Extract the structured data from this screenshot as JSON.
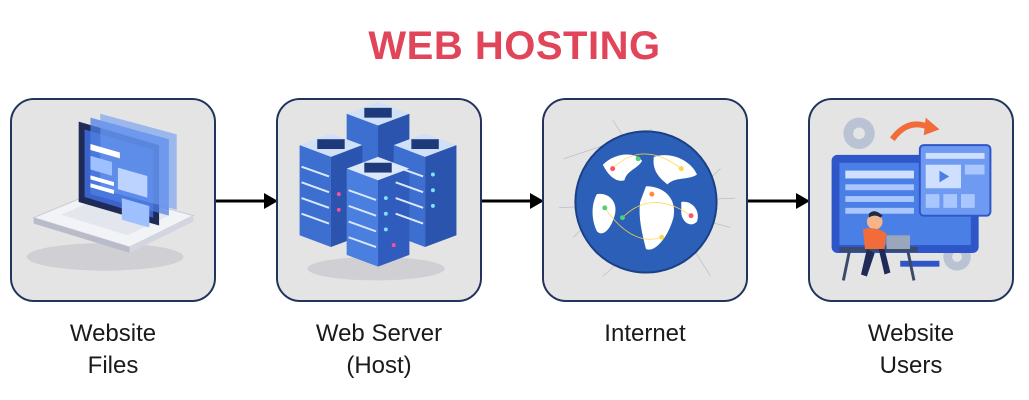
{
  "title": "WEB HOSTING",
  "colors": {
    "title": "#e0455a",
    "box_border": "#22335e",
    "box_fill": "#e4e4e4",
    "arrow": "#000000",
    "accent_blue": "#2f6fd6",
    "accent_orange": "#f26b3a"
  },
  "steps": [
    {
      "icon": "laptop-website-icon",
      "label_line1": "Website",
      "label_line2": "Files"
    },
    {
      "icon": "server-rack-icon",
      "label_line1": "Web Server",
      "label_line2": "(Host)"
    },
    {
      "icon": "globe-network-icon",
      "label_line1": "Internet",
      "label_line2": ""
    },
    {
      "icon": "user-at-computer-icon",
      "label_line1": "Website",
      "label_line2": "Users"
    }
  ]
}
